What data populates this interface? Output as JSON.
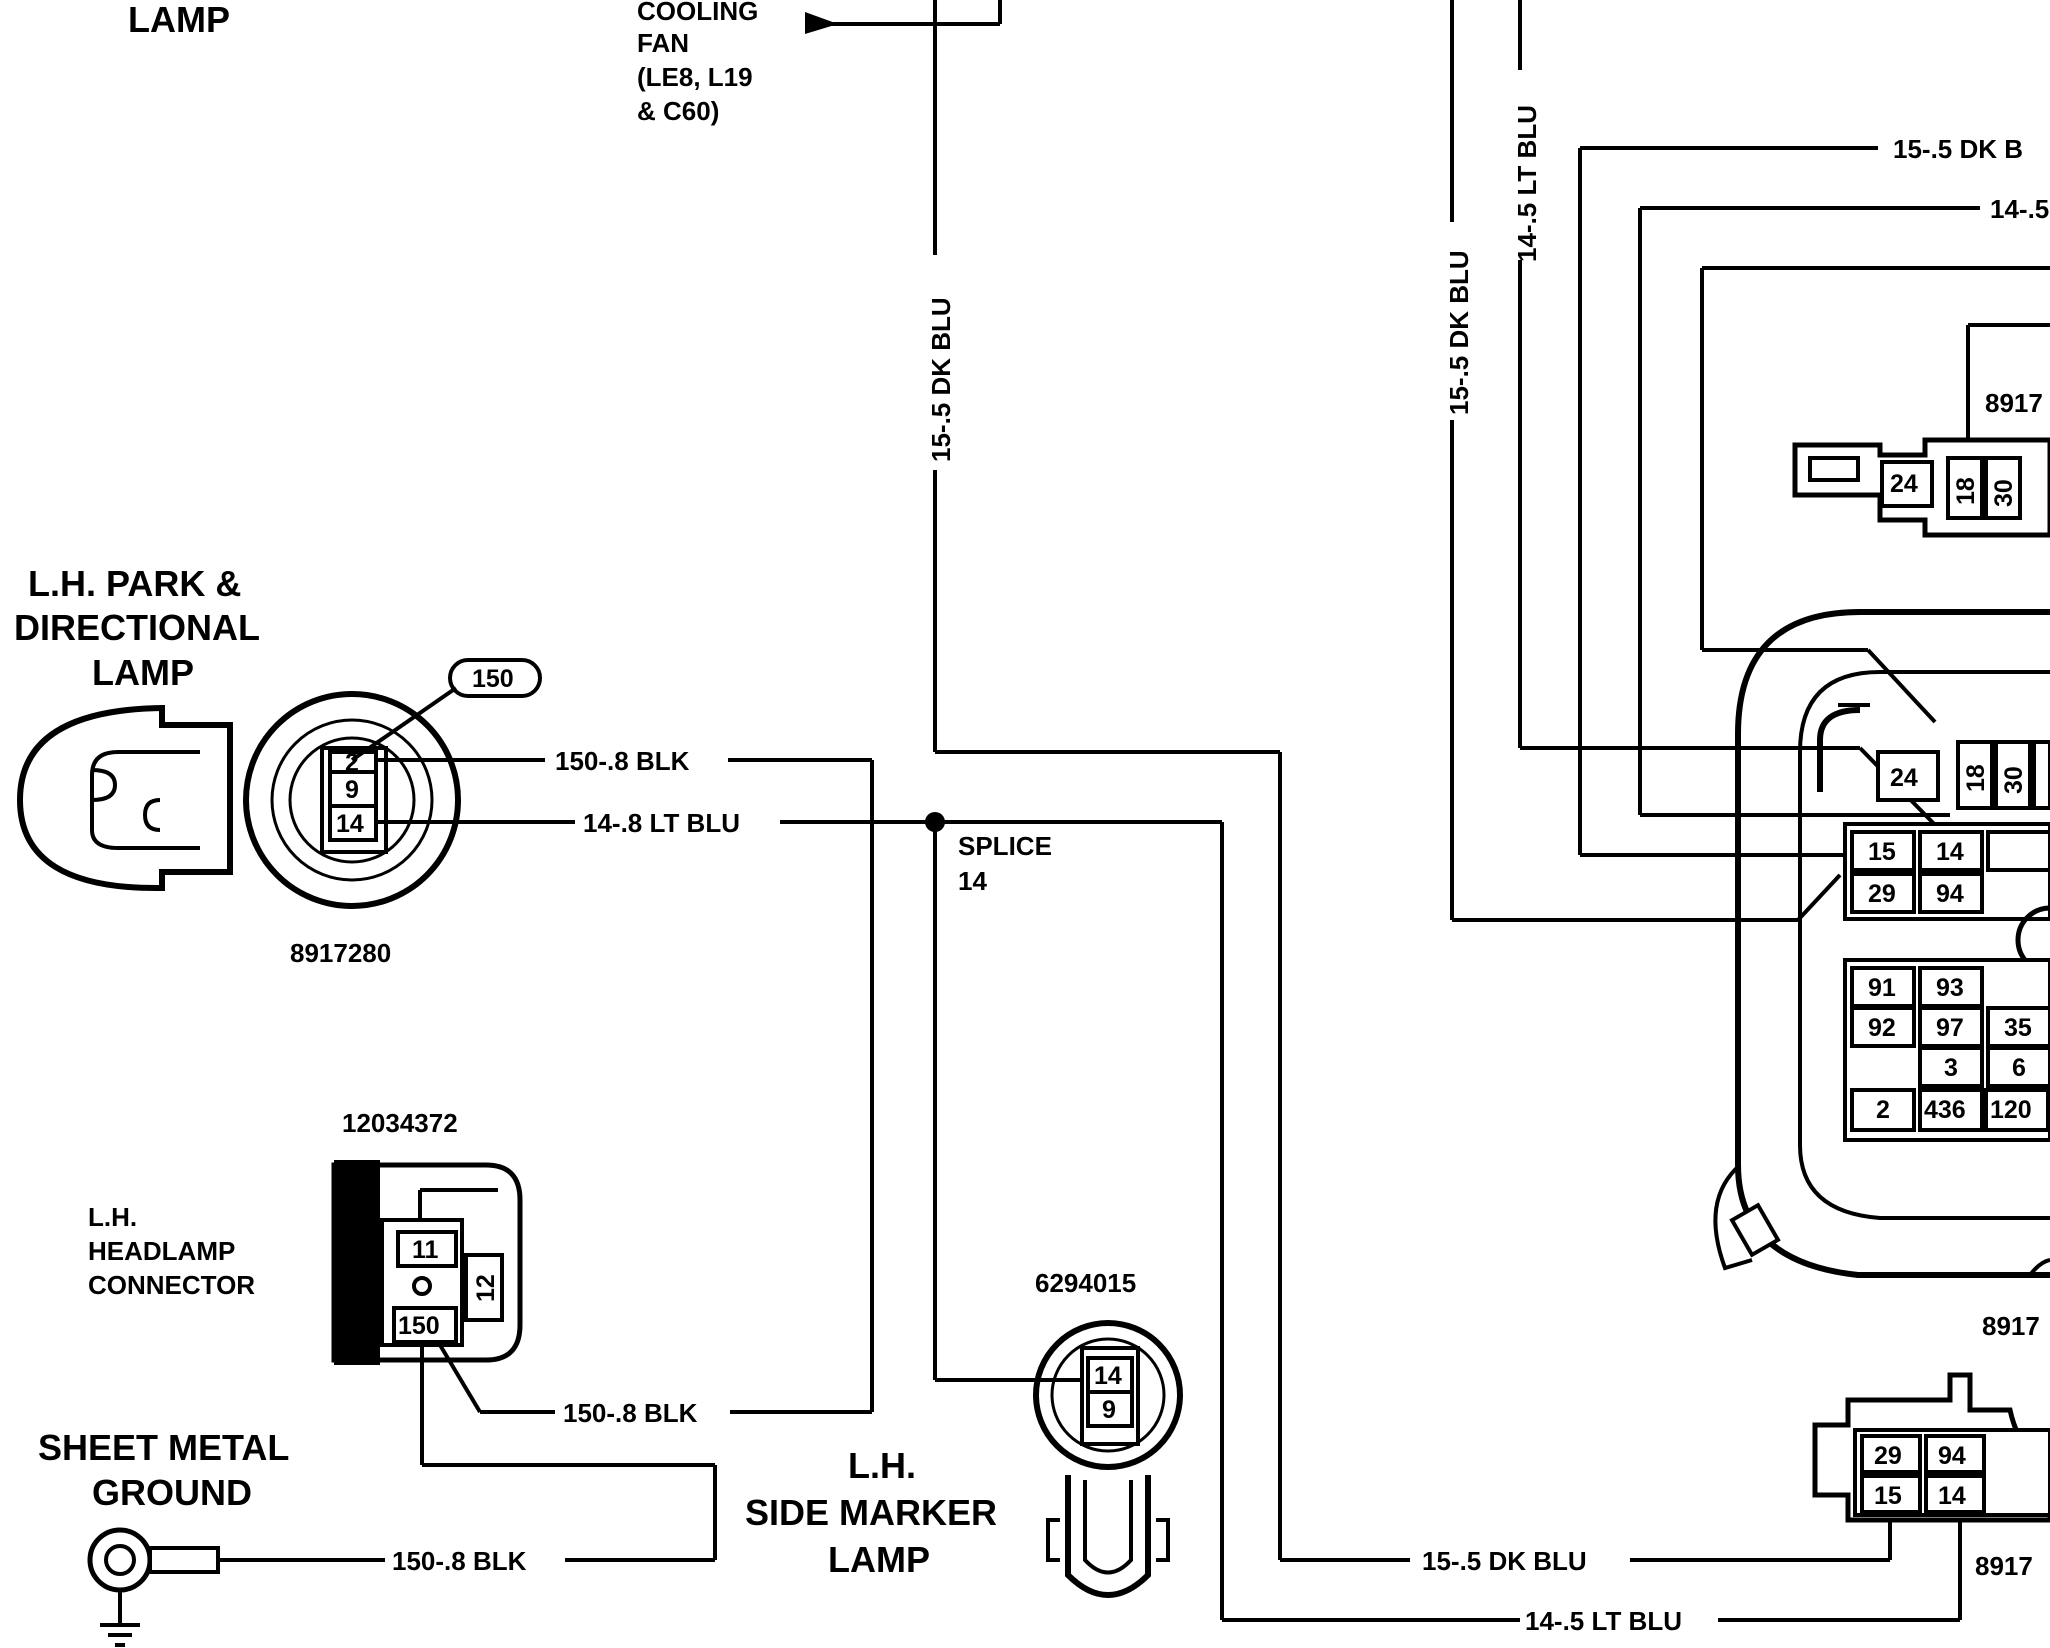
{
  "labels": {
    "lamp_top": "LAMP",
    "cooling_fan": [
      "COOLING",
      "FAN",
      "(LE8, L19",
      "& C60)"
    ],
    "park_lamp": [
      "L.H. PARK &",
      "DIRECTIONAL",
      "LAMP"
    ],
    "park_lamp_part": "8917280",
    "circuit_150": "150",
    "headlamp_part": "12034372",
    "headlamp_connector": [
      "L.H.",
      "HEADLAMP",
      "CONNECTOR"
    ],
    "ground": [
      "SHEET METAL",
      "GROUND"
    ],
    "splice": [
      "SPLICE",
      "14"
    ],
    "side_marker_part": "6294015",
    "side_marker": [
      "L.H.",
      "SIDE MARKER",
      "LAMP"
    ],
    "bulkhead_part_1": "8917",
    "bulkhead_part_2": "8917",
    "bulkhead_part_3": "8917"
  },
  "wires": {
    "w1": "150-.8 BLK",
    "w2": "14-.8 LT BLU",
    "w3": "150-.8 BLK",
    "w4": "150-.8 BLK",
    "w5": "15-.5 DK BLU",
    "w6": "14-.5 LT BLU",
    "w7": "15-.5 DK BLU",
    "w8": "15-.5 DK BLU",
    "w9": "14-.5 LT BLU",
    "w10": "15-.5 DK B",
    "w11": "14-.5"
  },
  "pins": {
    "park": [
      "2",
      "9",
      "14"
    ],
    "headlamp": [
      "11",
      "12",
      "150"
    ],
    "side_marker": [
      "14",
      "9"
    ],
    "conn_top": [
      "24",
      "18",
      "30"
    ],
    "conn_mid": [
      "24",
      "18",
      "30"
    ],
    "bulk_a": [
      "15",
      "14",
      "29",
      "94"
    ],
    "bulk_b": [
      "91",
      "93",
      "92",
      "97",
      "35",
      "3",
      "6",
      "2",
      "436",
      "120"
    ],
    "conn_bottom": [
      "29",
      "94",
      "15",
      "14"
    ]
  }
}
